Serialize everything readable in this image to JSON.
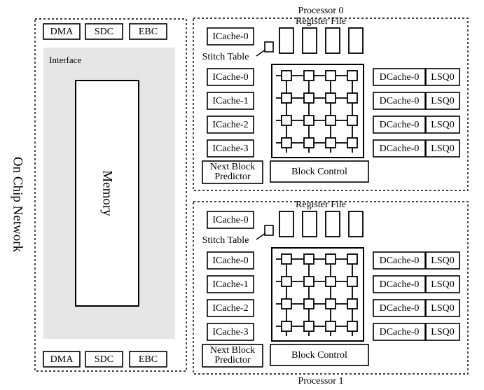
{
  "side_label": "On Chip Network",
  "left_panel": {
    "top_buttons": [
      "DMA",
      "SDC",
      "EBC"
    ],
    "bottom_buttons": [
      "DMA",
      "SDC",
      "EBC"
    ],
    "interface_label": "Interface",
    "memory_label": "Memory"
  },
  "processors": [
    {
      "title": "Processor 0",
      "register_file_label": "Register File",
      "stitch_table_label": "Stitch Table",
      "icache_top": "ICache-0",
      "icaches": [
        "ICache-0",
        "ICache-1",
        "ICache-2",
        "ICache-3"
      ],
      "dcaches": [
        "DCache-0",
        "DCache-0",
        "DCache-0",
        "DCache-0"
      ],
      "lsqs": [
        "LSQ0",
        "LSQ0",
        "LSQ0",
        "LSQ0"
      ],
      "next_block_lines": [
        "Next Block",
        "Predictor"
      ],
      "block_control_label": "Block Control"
    },
    {
      "title": "Processor 1",
      "register_file_label": "Register File",
      "stitch_table_label": "Stitch Table",
      "icache_top": "ICache-0",
      "icaches": [
        "ICache-0",
        "ICache-1",
        "ICache-2",
        "ICache-3"
      ],
      "dcaches": [
        "DCache-0",
        "DCache-0",
        "DCache-0",
        "DCache-0"
      ],
      "lsqs": [
        "LSQ0",
        "LSQ0",
        "LSQ0",
        "LSQ0"
      ],
      "next_block_lines": [
        "Next Block",
        "Predictor"
      ],
      "block_control_label": "Block Control"
    }
  ],
  "colors": {
    "line": "#000000",
    "interface_fill": "#e6e6e6",
    "background": "#ffffff"
  }
}
